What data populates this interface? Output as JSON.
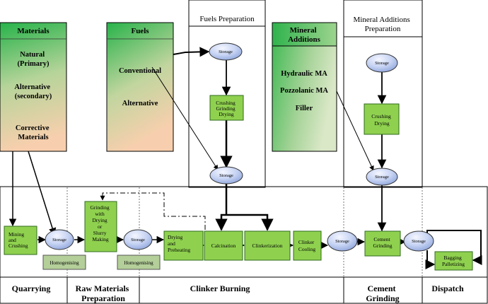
{
  "input_panels": {
    "materials": {
      "title": "Materials",
      "items": [
        "Natural",
        "(Primary)",
        "Alternative",
        "(secondary)",
        "Corrective",
        "Materials"
      ]
    },
    "fuels": {
      "title": "Fuels",
      "items": [
        "Conventional",
        "Alternative"
      ]
    },
    "mineral_additions": {
      "title": [
        "Mineral",
        "Additions"
      ],
      "items": [
        "Hydraulic MA",
        "Pozzolanic MA",
        "Filler"
      ]
    }
  },
  "section_headers": {
    "fuels_preparation": "Fuels Preparation",
    "mineral_additions_preparation": [
      "Mineral Additions",
      "Preparation"
    ]
  },
  "process_boxes": {
    "mining_crushing": [
      "Mining",
      "and",
      "Crushing"
    ],
    "grinding_drying": [
      "Grinding",
      "with",
      "Drying",
      "or",
      "Slurry",
      "Making"
    ],
    "drying_preheating": [
      "Drying",
      "and",
      "Preheating"
    ],
    "calcination": "Calcination",
    "clinkerization": "Clinkerization",
    "clinker_cooling": [
      "Clinker",
      "Cooling"
    ],
    "cement_grinding": [
      "Cement",
      "Grinding"
    ],
    "fuels_crushing": [
      "Crushing",
      "Grinding",
      "Drying"
    ],
    "ma_crushing": [
      "Crushing",
      "Drying"
    ],
    "bagging": [
      "Bagging",
      "Palletizing"
    ]
  },
  "storage_label": "Storage",
  "homogenising_label": "Homogenising",
  "stages": {
    "quarrying": "Quarrying",
    "raw_materials": [
      "Raw Materials",
      "Preparation"
    ],
    "clinker_burning": "Clinker Burning",
    "cement_grinding": [
      "Cement",
      "Grinding"
    ],
    "dispatch": "Dispatch"
  },
  "colors": {
    "process_green": "#8fd14f",
    "homogenising_green": "#b4cf99",
    "storage_light": "#f4f6ff",
    "storage_dark": "#8fa6dc",
    "panel_green": "#27b34a",
    "panel_peach": "#f8cfae"
  }
}
